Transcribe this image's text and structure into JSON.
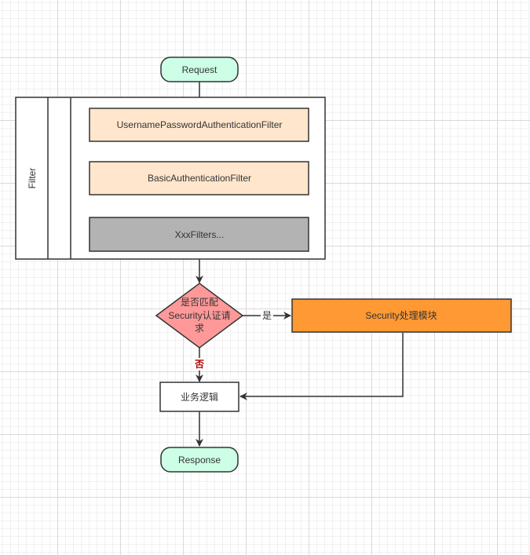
{
  "nodes": {
    "request": "Request",
    "swimlane_label": "Filter",
    "filter_1": "UsernamePasswordAuthenticationFilter",
    "filter_2": "BasicAuthenticationFilter",
    "filter_3": "XxxFilters...",
    "decision_line1": "是否匹配",
    "decision_line2": "Security认证请",
    "decision_line3": "求",
    "security_module": "Security处理模块",
    "business_logic": "业务逻辑",
    "response": "Response"
  },
  "edges": {
    "yes_label": "是",
    "no_label": "否"
  },
  "colors": {
    "terminal_fill": "#ccffe6",
    "filter_fill": "#ffe6cc",
    "filter_pending_fill": "#b3b3b3",
    "decision_fill": "#ff9999",
    "module_fill": "#ff9933",
    "no_label_color": "#b20000",
    "stroke": "#333333"
  }
}
